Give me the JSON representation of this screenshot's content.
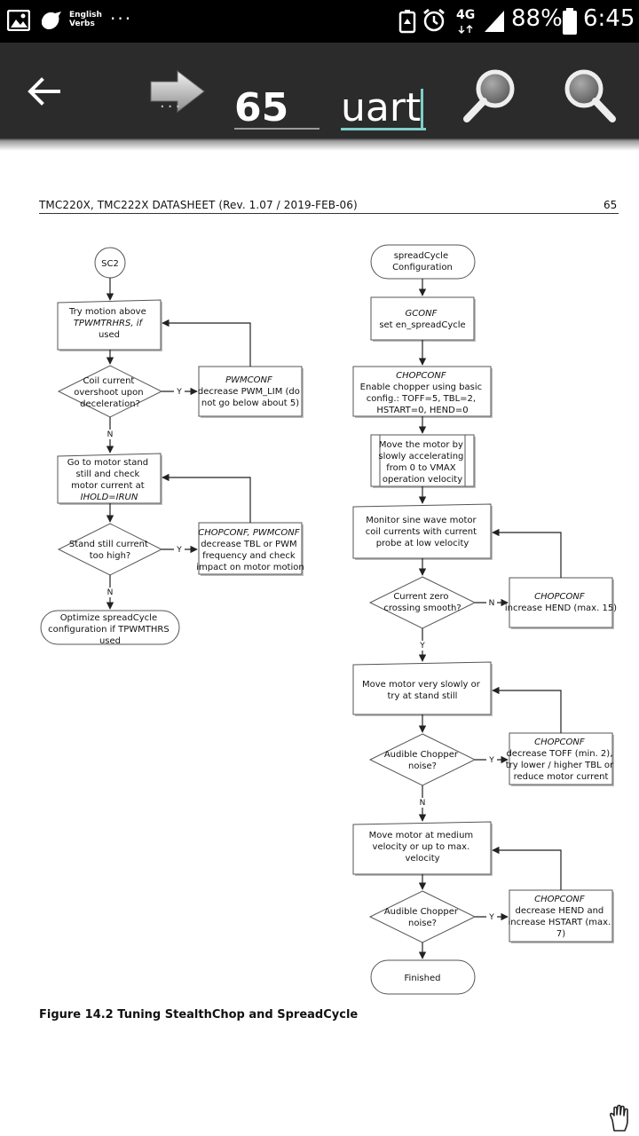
{
  "status_bar": {
    "app_badge_line1": "English",
    "app_badge_line2": "Verbs",
    "more": "···",
    "network": "4G",
    "battery": "88%",
    "time": "6:45"
  },
  "toolbar": {
    "page_value": "65",
    "search_value": "uart",
    "more": "···"
  },
  "document": {
    "header_title": "TMC220X, TMC222X DATASHEET (Rev. 1.07 / 2019-FEB-06)",
    "page_number": "65",
    "figure_caption": "Figure 14.2 Tuning StealthChop and SpreadCycle"
  },
  "flowchart": {
    "yes": "Y",
    "no": "N",
    "left": {
      "start": "SC2",
      "step1": [
        "Try motion above",
        "TPWMTRHRS, if",
        "used"
      ],
      "decision1": [
        "Coil current",
        "overshoot upon",
        "deceleration?"
      ],
      "action1": [
        "PWMCONF",
        "decrease PWM_LIM (do",
        "not go below about 5)"
      ],
      "step2": [
        "Go to motor stand",
        "still and check",
        "motor current at",
        "IHOLD=IRUN"
      ],
      "decision2": [
        "Stand still current",
        "too high?"
      ],
      "action2": [
        "CHOPCONF, PWMCONF",
        "decrease TBL or PWM",
        "frequency and check",
        "impact on motor motion"
      ],
      "end": [
        "Optimize spreadCycle",
        "configuration if TPWMTHRS",
        "used"
      ]
    },
    "right": {
      "start": [
        "spreadCycle",
        "Configuration"
      ],
      "gconf": [
        "GCONF",
        "set en_spreadCycle"
      ],
      "chopconf": [
        "CHOPCONF",
        "Enable chopper using basic",
        "config.: TOFF=5, TBL=2,",
        "HSTART=0, HEND=0"
      ],
      "move": [
        "Move the motor by",
        "slowly accelerating",
        "from 0 to VMAX",
        "operation velocity"
      ],
      "monitor": [
        "Monitor sine wave motor",
        "coil currents with current",
        "probe at low velocity"
      ],
      "decision1": [
        "Current zero",
        "crossing smooth?"
      ],
      "action1": [
        "CHOPCONF",
        "increase HEND (max. 15)"
      ],
      "slow": [
        "Move motor very slowly or",
        "try at stand still"
      ],
      "decision2": [
        "Audible Chopper",
        "noise?"
      ],
      "action2": [
        "CHOPCONF",
        "decrease TOFF (min. 2),",
        "try lower / higher TBL or",
        "reduce motor current"
      ],
      "medium": [
        "Move motor at medium",
        "velocity or up to max.",
        "velocity"
      ],
      "decision3": [
        "Audible Chopper",
        "noise?"
      ],
      "action3": [
        "CHOPCONF",
        "decrease HEND and",
        "increase HSTART (max.",
        "7)"
      ],
      "end": "Finished"
    }
  }
}
